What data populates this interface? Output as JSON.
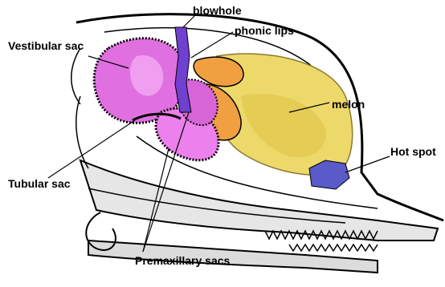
{
  "labels": {
    "blowhole": "blowhole",
    "phonic_lips": "phonic lips",
    "vestibular_sac": "Vestibular sac",
    "melon": "melon",
    "hot_spot": "Hot spot",
    "tubular_sac": "Tubular sac",
    "premaxillary_sacs": "Premaxillary sacs"
  },
  "colors": {
    "melon": "#ecd96a",
    "melon_core": "#d9bf4a",
    "vestibular_sac": "#e070e0",
    "premaxillary_sac": "#ec80ec",
    "phonic_lips_fat": "#f0a040",
    "blowhole_passage": "#7040d0",
    "hot_spot": "#5a5ac8",
    "skull_lines": "#000000",
    "skull_fill": "#d8d8d8"
  }
}
